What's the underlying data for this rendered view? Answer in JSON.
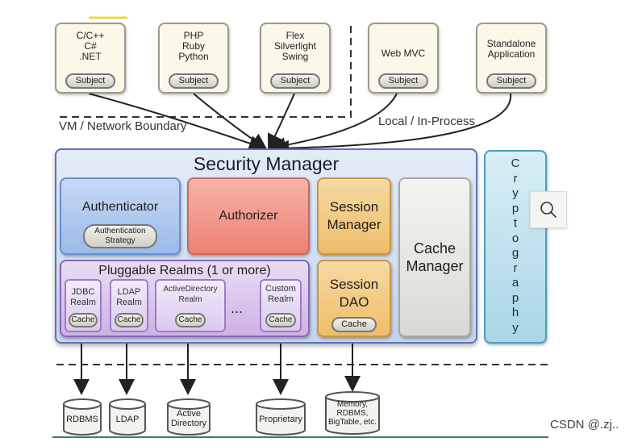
{
  "clients": [
    {
      "label": "C/C++\nC#\n.NET",
      "subject": "Subject"
    },
    {
      "label": "PHP\nRuby\nPython",
      "subject": "Subject"
    },
    {
      "label": "Flex\nSilverlight\nSwing",
      "subject": "Subject"
    },
    {
      "label": "Web MVC",
      "subject": "Subject"
    },
    {
      "label": "Standalone\nApplication",
      "subject": "Subject"
    }
  ],
  "boundaries": {
    "vm_network": "VM / Network Boundary",
    "local_process": "Local / In-Process"
  },
  "security_manager": {
    "title": "Security Manager",
    "authenticator": {
      "title": "Authenticator",
      "strategy": "Authentication\nStrategy"
    },
    "authorizer": {
      "title": "Authorizer"
    },
    "session_manager": {
      "title": "Session\nManager"
    },
    "cache_manager": {
      "title": "Cache\nManager"
    },
    "session_dao": {
      "title": "Session\nDAO",
      "cache": "Cache"
    },
    "realms": {
      "title": "Pluggable Realms (1 or more)",
      "items": [
        {
          "label": "JDBC\nRealm",
          "cache": "Cache"
        },
        {
          "label": "LDAP\nRealm",
          "cache": "Cache"
        },
        {
          "label": "ActiveDirectory\nRealm",
          "cache": "Cache"
        },
        {
          "label": "Custom\nRealm",
          "cache": "Cache"
        }
      ],
      "ellipsis": "..."
    }
  },
  "cryptography": {
    "letters": [
      "C",
      "r",
      "y",
      "p",
      "t",
      "o",
      "g",
      "r",
      "a",
      "p",
      "h",
      "y"
    ]
  },
  "datastores": [
    {
      "label": "RDBMS"
    },
    {
      "label": "LDAP"
    },
    {
      "label": "Active\nDirectory"
    },
    {
      "label": "Proprietary"
    },
    {
      "label": "Memory,\nRDBMS,\nBigTable, etc."
    }
  ],
  "watermark": "CSDN @.zj..",
  "colors": {
    "security_manager": "#c4d4ee",
    "authenticator": "#9bbbe9",
    "authorizer": "#ee8274",
    "session": "#efbd6a",
    "realms": "#cdb2e6",
    "cache_manager": "#d9d9d4",
    "cryptography": "#a9d6e6",
    "client": "#fbf8ea"
  }
}
